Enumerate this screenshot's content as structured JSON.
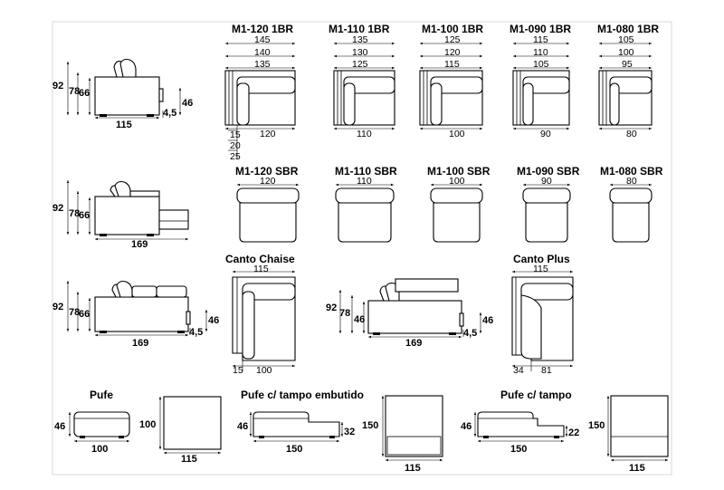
{
  "row1": {
    "side": {
      "height_total": "92",
      "height_back": "78",
      "height_arm": "66",
      "seat": "46",
      "leg": "4,5",
      "depth": "115"
    },
    "modules": [
      {
        "title": "M1-120 1BR",
        "w1": "145",
        "w2": "140",
        "w3": "135",
        "bottom": "120"
      },
      {
        "title": "M1-110 1BR",
        "w1": "135",
        "w2": "130",
        "w3": "125",
        "bottom": "110"
      },
      {
        "title": "M1-100 1BR",
        "w1": "125",
        "w2": "120",
        "w3": "115",
        "bottom": "100"
      },
      {
        "title": "M1-090 1BR",
        "w1": "115",
        "w2": "110",
        "w3": "105",
        "bottom": "90"
      },
      {
        "title": "M1-080 1BR",
        "w1": "105",
        "w2": "100",
        "w3": "95",
        "bottom": "80"
      }
    ],
    "arm_widths": [
      "15",
      "20",
      "25"
    ]
  },
  "row2": {
    "side": {
      "height_total": "92",
      "height_back": "78",
      "height_arm": "66",
      "depth": "169"
    },
    "modules": [
      {
        "title": "M1-120 SBR",
        "width": "120"
      },
      {
        "title": "M1-110 SBR",
        "width": "110"
      },
      {
        "title": "M1-100 SBR",
        "width": "100"
      },
      {
        "title": "M1-090 SBR",
        "width": "90"
      },
      {
        "title": "M1-080 SBR",
        "width": "80"
      }
    ]
  },
  "row3": {
    "side": {
      "height_total": "92",
      "height_back": "78",
      "height_arm": "66",
      "seat": "46",
      "leg": "4,5",
      "depth": "169"
    },
    "canto_chaise": {
      "title": "Canto Chaise",
      "width": "115",
      "arm": "15",
      "seat": "100"
    },
    "plus_side": {
      "height_total": "92",
      "height_back": "78",
      "height_arm": "46",
      "seat": "46",
      "leg": "4,5",
      "depth": "169"
    },
    "canto_plus": {
      "title": "Canto Plus",
      "width": "115",
      "arm": "34",
      "seat": "81"
    }
  },
  "row4": {
    "pufe": {
      "title": "Pufe",
      "height": "46",
      "length": "100",
      "top_length": "100",
      "top_width": "115"
    },
    "pufe_embutido": {
      "title": "Pufe c/ tampo embutido",
      "height": "46",
      "length": "150",
      "top_height": "32",
      "top_length": "150",
      "top_width": "115"
    },
    "pufe_tampo": {
      "title": "Pufe c/ tampo",
      "height": "46",
      "length": "150",
      "top_height": "22",
      "top_length": "150",
      "top_width": "115"
    }
  }
}
